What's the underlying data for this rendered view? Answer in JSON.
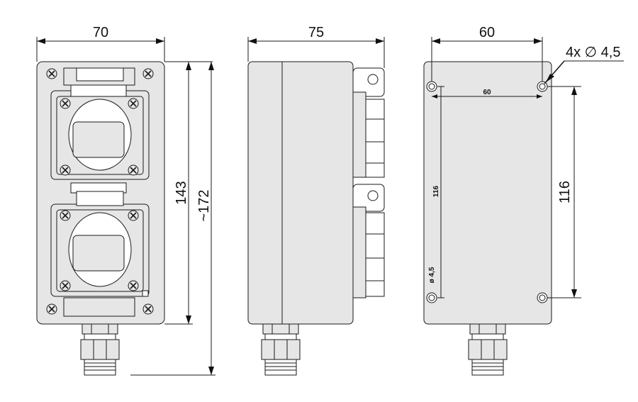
{
  "front_view": {
    "width_label": "70",
    "height_label": "143",
    "overall_height_label": "~172"
  },
  "side_view": {
    "depth_label": "75"
  },
  "rear_view": {
    "width_label": "60",
    "hole_label": "4x ∅ 4,5",
    "height_label": "116",
    "inner_width_label": "60",
    "inner_height_label": "116",
    "inner_hole_label": "ø 4,5"
  },
  "colors": {
    "line": "#1a1a1a",
    "fill": "#e6e6e6",
    "background": "#ffffff"
  }
}
